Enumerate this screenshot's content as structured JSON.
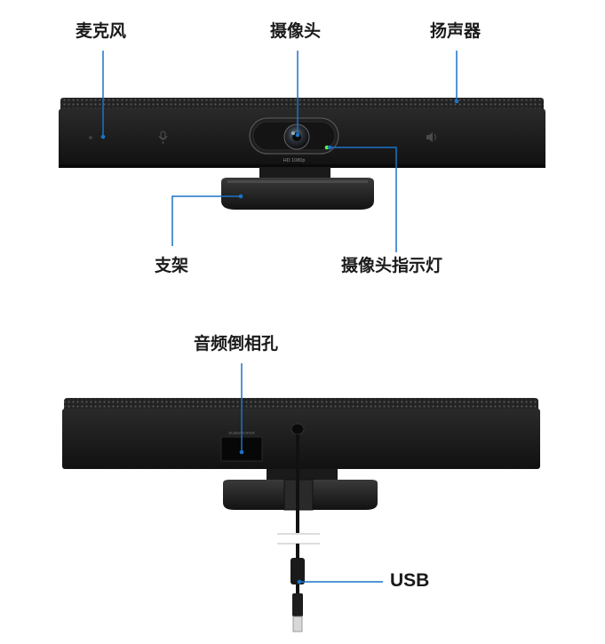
{
  "colors": {
    "leader": "#1a73c8",
    "body": "#1b1b1b",
    "mesh": "#3a3a3a",
    "led": "#5bff3a"
  },
  "labels": {
    "microphone": "麦克风",
    "camera": "摄像头",
    "speaker": "扬声器",
    "stand": "支架",
    "camera_indicator": "摄像头指示灯",
    "audio_jack": "音频倒相孔",
    "usb": "USB"
  },
  "device_print": {
    "camera_badge": "HD 1080p",
    "port_label": "SUBWOOFER"
  }
}
